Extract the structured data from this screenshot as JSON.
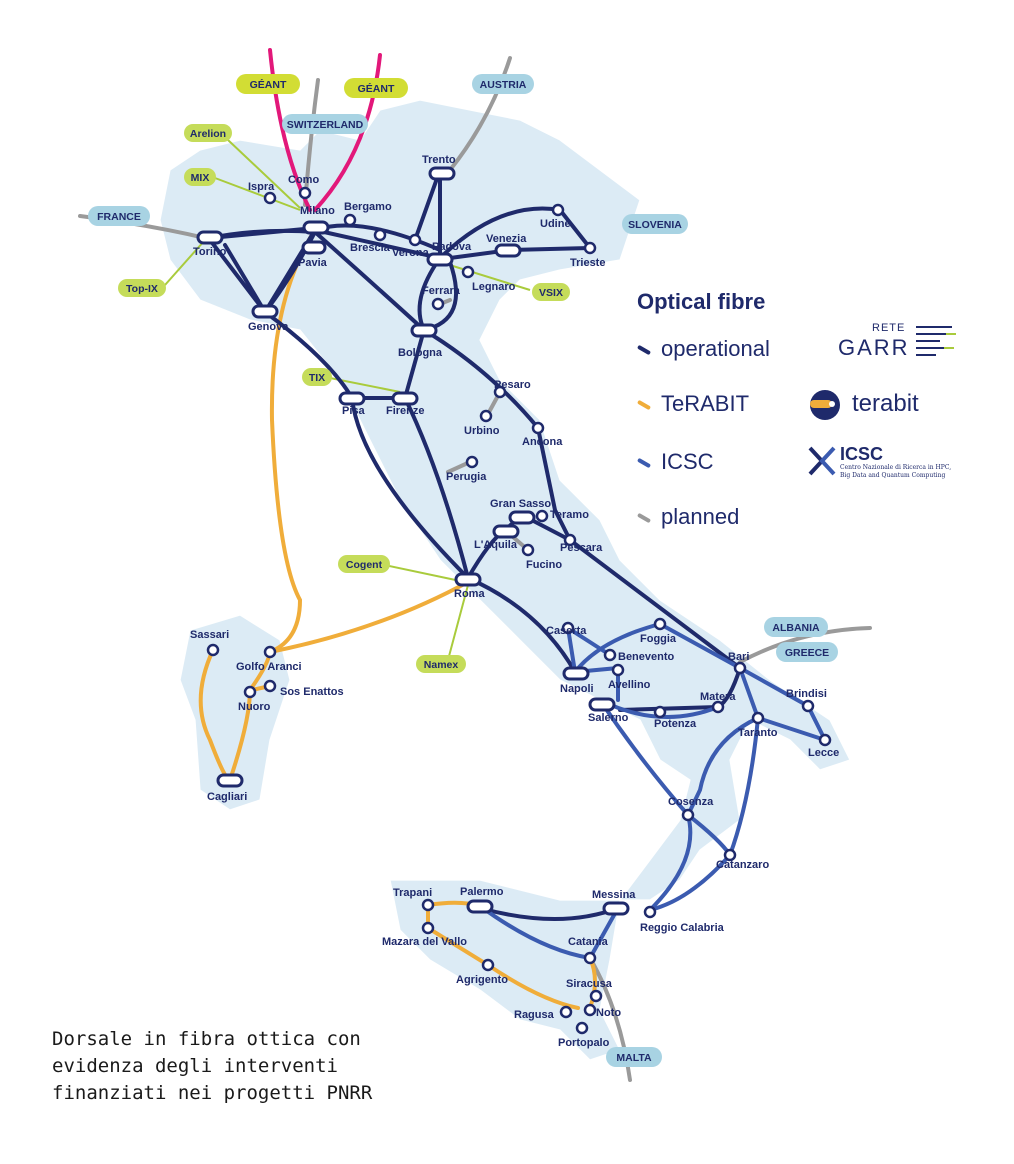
{
  "legend": {
    "title": "Optical fibre",
    "items": [
      {
        "label": "operational",
        "color": "#1f2a6b"
      },
      {
        "label": "TeRABIT",
        "color": "#f0ad3a"
      },
      {
        "label": "ICSC",
        "color": "#3b5bb0"
      },
      {
        "label": "planned",
        "color": "#9a9a9a"
      }
    ]
  },
  "logos": {
    "garr_top": "RETE",
    "garr_main": "GARR",
    "terabit": "terabit",
    "icsc": "ICSC",
    "icsc_sub1": "Centro Nazionale di Ricerca in HPC,",
    "icsc_sub2": "Big Data and Quantum Computing"
  },
  "caption": "Dorsale in fibra ottica con evidenza degli interventi finanziati nei progetti PNRR",
  "cities": {
    "milano": "Milano",
    "torino": "Torino",
    "genova": "Genova",
    "pavia": "Pavia",
    "como": "Como",
    "ispra": "Ispra",
    "bergamo": "Bergamo",
    "brescia": "Brescia",
    "verona": "Verona",
    "padova": "Padova",
    "venezia": "Venezia",
    "trento": "Trento",
    "udine": "Udine",
    "trieste": "Trieste",
    "legnaro": "Legnaro",
    "ferrara": "Ferrara",
    "bologna": "Bologna",
    "pisa": "Pisa",
    "firenze": "Firenze",
    "pesaro": "Pesaro",
    "urbino": "Urbino",
    "ancona": "Ancona",
    "perugia": "Perugia",
    "gransasso": "Gran Sasso",
    "teramo": "Teramo",
    "laquila": "L'Aquila",
    "pescara": "Pescara",
    "fucino": "Fucino",
    "roma": "Roma",
    "caserta": "Caserta",
    "benevento": "Benevento",
    "avellino": "Avellino",
    "napoli": "Napoli",
    "salerno": "Salerno",
    "potenza": "Potenza",
    "foggia": "Foggia",
    "bari": "Bari",
    "matera": "Matera",
    "brindisi": "Brindisi",
    "taranto": "Taranto",
    "lecce": "Lecce",
    "cosenza": "Cosenza",
    "catanzaro": "Catanzaro",
    "messina": "Messina",
    "reggio": "Reggio Calabria",
    "palermo": "Palermo",
    "trapani": "Trapani",
    "mazara": "Mazara del Vallo",
    "agrigento": "Agrigento",
    "catania": "Catania",
    "siracusa": "Siracusa",
    "noto": "Noto",
    "ragusa": "Ragusa",
    "portopalo": "Portopalo",
    "sassari": "Sassari",
    "golfo": "Golfo Aranci",
    "nuoro": "Nuoro",
    "sosenattos": "Sos Enattos",
    "cagliari": "Cagliari"
  },
  "tags": {
    "geant1": "GÉANT",
    "geant2": "GÉANT",
    "switzerland": "SWITZERLAND",
    "austria": "AUSTRIA",
    "france": "FRANCE",
    "slovenia": "SLOVENIA",
    "albania": "ALBANIA",
    "greece": "GREECE",
    "malta": "MALTA",
    "arelion": "Arelion",
    "mix": "MIX",
    "topix": "Top-IX",
    "vsix": "VSIX",
    "tix": "TIX",
    "cogent": "Cogent",
    "namex": "Namex"
  }
}
